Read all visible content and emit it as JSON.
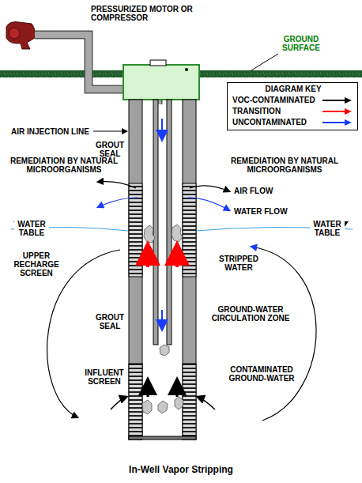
{
  "diagram": {
    "caption": "In-Well Vapor Stripping",
    "labels": [
      "PRESSURIZED MOTOR OR COMPRESSOR",
      "GROUND SURFACE",
      "AIR INJECTION LINE",
      "GROUT SEAL",
      "REMEDIATION BY NATURAL MICROORGANISMS",
      "REMEDIATION BY NATURAL MICROORGANISMS",
      "AIR FLOW",
      "WATER FLOW",
      "WATER TABLE",
      "WATER TABLE",
      "UPPER RECHARGE SCREEN",
      "STRIPPED WATER",
      "GROUND-WATER CIRCULATION ZONE",
      "GROUT SEAL",
      "INFLUENT SCREEN",
      "CONTAMINATED GROUND-WATER",
      "DIAGRAM KEY"
    ],
    "legend": [
      {
        "text": "VOC-CONTAMINATED",
        "color": "#000000"
      },
      {
        "text": "TRANSITION",
        "color": "#ff0000"
      },
      {
        "text": "UNCONTAMINATED",
        "color": "#1a3cff"
      }
    ]
  }
}
